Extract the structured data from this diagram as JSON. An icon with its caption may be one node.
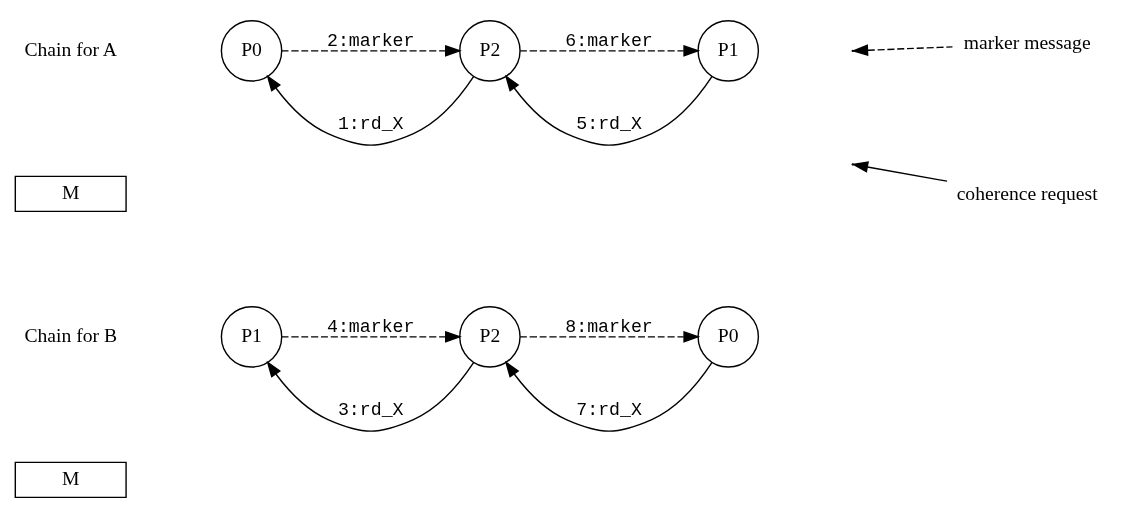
{
  "diagram": {
    "nodes": [
      {
        "text": [
          "P0"
        ]
      },
      {
        "text": [
          "P2"
        ]
      },
      {
        "text": [
          "P1"
        ]
      },
      {
        "text": [
          "M"
        ]
      },
      {
        "text": [
          "P1"
        ]
      },
      {
        "text": [
          "P2"
        ]
      },
      {
        "text": [
          "P0"
        ]
      },
      {
        "text": [
          "M"
        ]
      }
    ],
    "edges": [
      {
        "from": 1,
        "to": 0,
        "arrow": "to",
        "label": "1:rd_X"
      },
      {
        "from": 0,
        "to": 1,
        "arrow": "to",
        "label": "2:marker",
        "style": "dashed"
      },
      {
        "from": 2,
        "to": 1,
        "arrow": "to",
        "label": "5:rd_X"
      },
      {
        "from": 1,
        "to": 2,
        "arrow": "to",
        "label": "6:marker",
        "style": "dashed"
      },
      {
        "from": 5,
        "to": 4,
        "arrow": "to",
        "label": "3:rd_X"
      },
      {
        "from": 4,
        "to": 5,
        "arrow": "to",
        "label": "4:marker",
        "style": "dashed"
      },
      {
        "from": 6,
        "to": 5,
        "arrow": "to",
        "label": "7:rd_X"
      },
      {
        "from": 5,
        "to": 6,
        "arrow": "to",
        "label": "8:marker",
        "style": "dashed"
      }
    ],
    "labels": [
      "Chain for A",
      "Chain for B"
    ],
    "legend": [
      {
        "text": "marker message"
      },
      {
        "text": "coherence request"
      }
    ]
  }
}
